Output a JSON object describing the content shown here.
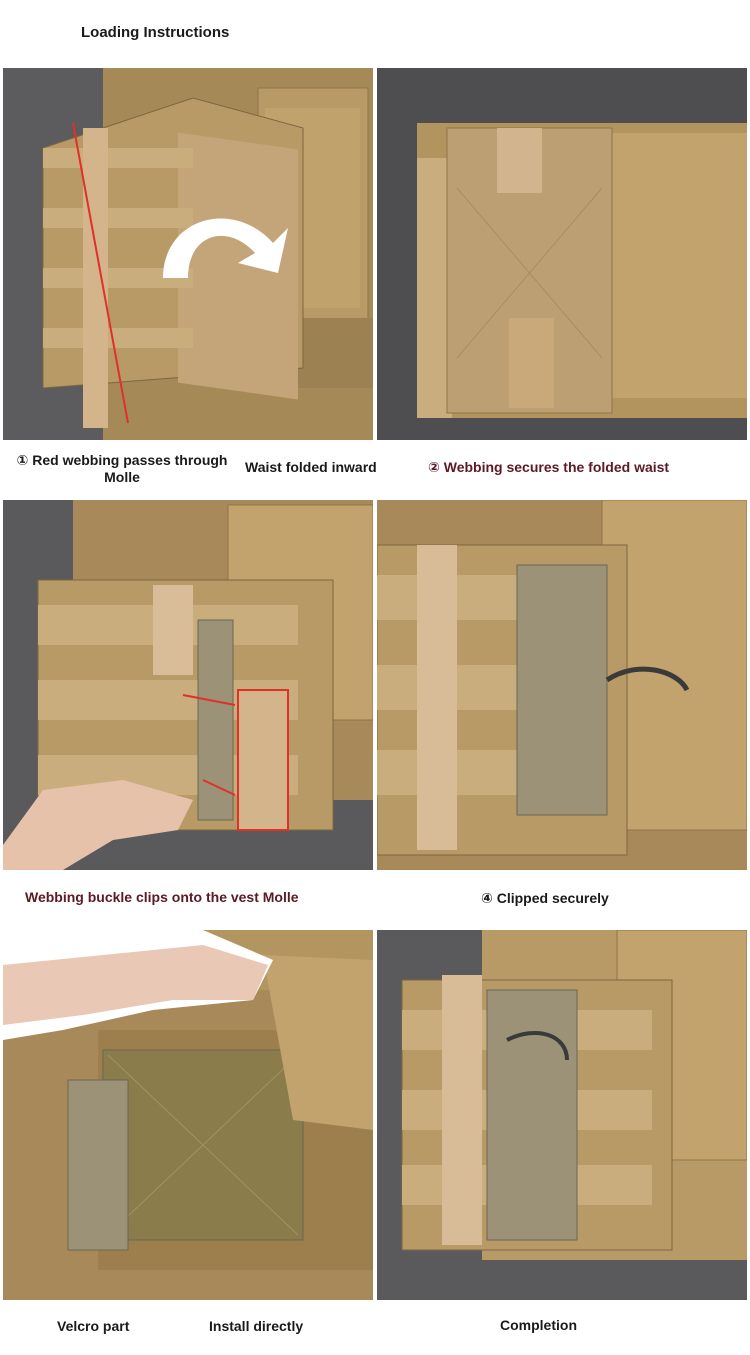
{
  "title": "Loading Instructions",
  "captions": {
    "row1_left": "① Red webbing passes through Molle",
    "row1_mid": "Waist folded inward",
    "row1_right": "② Webbing secures the folded waist",
    "row2_left": "Webbing buckle clips onto the vest Molle",
    "row2_right": "④ Clipped securely",
    "row3_left": "Velcro part",
    "row3_mid": "Install directly",
    "row3_right": "Completion"
  },
  "colors": {
    "fabric": "#b89a66",
    "fabric_dark": "#8f7547",
    "webbing": "#c9ad7c",
    "buckle": "#9c9278",
    "background_gray": "#5c5c5e",
    "arrow_red": "#e0302a",
    "caption_dark_red": "#5b1a24"
  },
  "icons": {
    "fold_arrow": "curved-arrow-icon",
    "red_line": "red-line-icon",
    "red_arrows": "red-arrow-icon"
  }
}
